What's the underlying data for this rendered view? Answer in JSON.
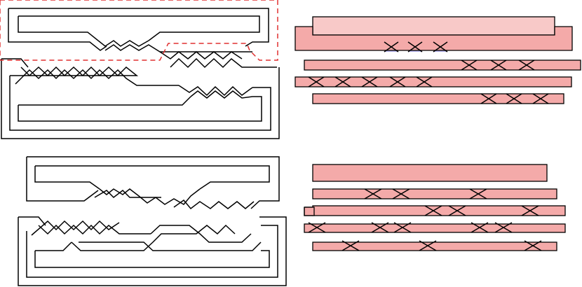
{
  "figure": {
    "background": "#ffffff",
    "line_color": "#000000",
    "surface_fill": "#f4aaa9",
    "surface_fill_light": "#f8c9c8",
    "twist_fill": "#b6b4f0",
    "highlight_color": "#e03030",
    "panels": [
      {
        "name": "knot-diagram-top",
        "kind": "knot-diagram"
      },
      {
        "name": "seifert-surface-top",
        "kind": "seifert-surface"
      },
      {
        "name": "knot-diagram-bottom",
        "kind": "knot-diagram"
      },
      {
        "name": "seifert-surface-bottom",
        "kind": "seifert-surface"
      }
    ]
  }
}
